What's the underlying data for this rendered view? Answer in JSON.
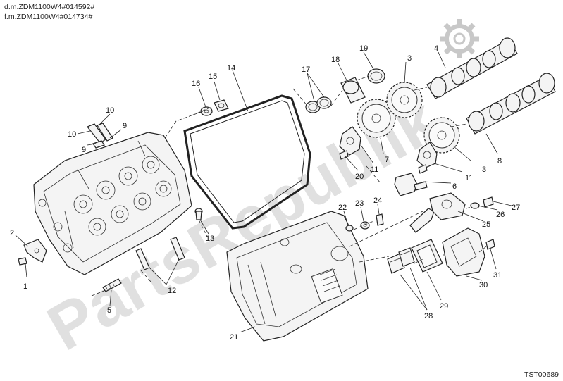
{
  "header": {
    "line1": "d.m.ZDM1100W4#014592#",
    "line2": "f.m.ZDM1100W4#014734#"
  },
  "footer": {
    "code": "TST00689"
  },
  "watermark": {
    "text": "PartsRepublik",
    "icon": "gear-icon"
  },
  "callouts": [
    "1",
    "2",
    "3",
    "3",
    "4",
    "5",
    "6",
    "7",
    "8",
    "9",
    "9",
    "10",
    "10",
    "11",
    "11",
    "12",
    "13",
    "14",
    "15",
    "16",
    "17",
    "18",
    "19",
    "20",
    "21",
    "22",
    "23",
    "24",
    "25",
    "26",
    "27",
    "28",
    "29",
    "30",
    "31"
  ]
}
